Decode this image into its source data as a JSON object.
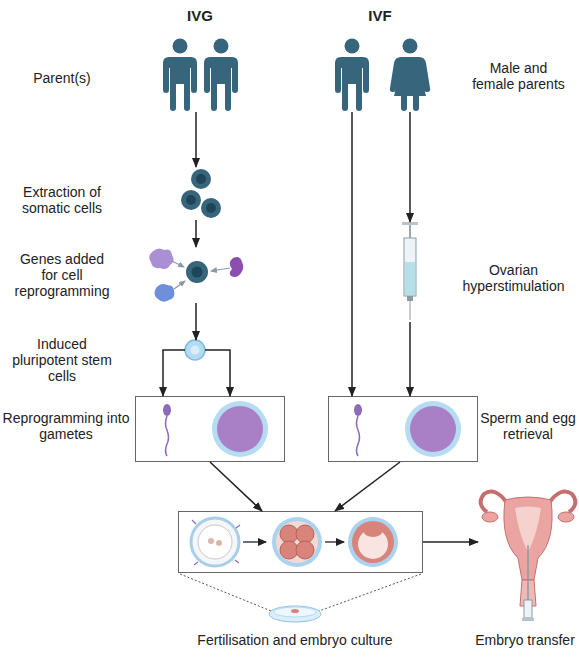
{
  "diagram": {
    "nodes": [
      {
        "text": [
          "IVG",
          "Parent(s)"
        ]
      },
      {
        "text": [
          "IVF",
          "Male and female parents"
        ]
      },
      {
        "text": [
          "Extraction of somatic cells"
        ]
      },
      {
        "text": [
          "Genes added for cell reprogramming"
        ]
      },
      {
        "text": [
          "Induced pluripotent stem cells"
        ]
      },
      {
        "text": [
          "Reprogramming into gametes"
        ]
      },
      {
        "text": [
          "Ovarian hyperstimulation"
        ]
      },
      {
        "text": [
          "Sperm and egg retrieval"
        ]
      },
      {
        "text": [
          "Fertilisation and embryo culture"
        ]
      },
      {
        "text": [
          "Embryo transfer"
        ]
      }
    ],
    "edges": [
      {
        "from": 0,
        "to": 2,
        "arrow": "to"
      },
      {
        "from": 2,
        "to": 3,
        "arrow": "to"
      },
      {
        "from": 3,
        "to": 4,
        "arrow": "to"
      },
      {
        "from": 4,
        "to": 5,
        "arrow": "to"
      },
      {
        "from": 1,
        "to": 7,
        "arrow": "to"
      },
      {
        "from": 1,
        "to": 6,
        "arrow": "to"
      },
      {
        "from": 6,
        "to": 7,
        "arrow": "to"
      },
      {
        "from": 5,
        "to": 8,
        "arrow": "to"
      },
      {
        "from": 7,
        "to": 8,
        "arrow": "to"
      },
      {
        "from": 8,
        "to": 9,
        "arrow": "to"
      }
    ]
  }
}
